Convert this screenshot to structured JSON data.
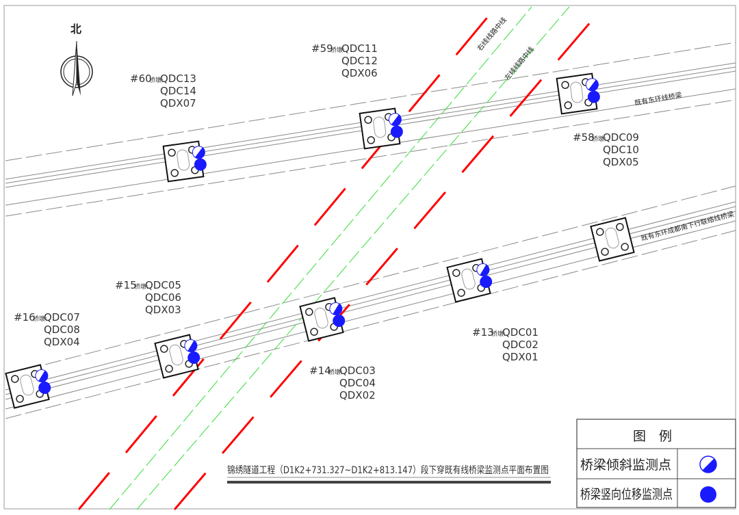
{
  "north_label": "北",
  "title": "锦绣隧道工程（D1K2+731.327~D1K2+813.147）段下穿既有线桥梁监测点平面布置图",
  "line_labels": {
    "right_line": "右线线路中线",
    "left_line": "左线线路中线",
    "upper_bridge": "既有东环线桥梁",
    "lower_bridge": "既有东环成都南下行联络线桥梁"
  },
  "piers": [
    {
      "id": "#60",
      "tag": "桥墩:",
      "points": [
        "QDC13",
        "QDC14",
        "QDX07"
      ]
    },
    {
      "id": "#59",
      "tag": "桥墩:",
      "points": [
        "QDC11",
        "QDC12",
        "QDX06"
      ]
    },
    {
      "id": "#58",
      "tag": "桥墩:",
      "points": [
        "QDC09",
        "QDC10",
        "QDX05"
      ]
    },
    {
      "id": "#16",
      "tag": "桥墩:",
      "points": [
        "QDC07",
        "QDC08",
        "QDX04"
      ]
    },
    {
      "id": "#15",
      "tag": "桥墩:",
      "points": [
        "QDC05",
        "QDC06",
        "QDX03"
      ]
    },
    {
      "id": "#14",
      "tag": "桥墩:",
      "points": [
        "QDC03",
        "QDC04",
        "QDX02"
      ]
    },
    {
      "id": "#13",
      "tag": "桥墩:",
      "points": [
        "QDC01",
        "QDC02",
        "QDX01"
      ]
    }
  ],
  "legend": {
    "title": "图　例",
    "items": [
      {
        "label": "桥梁倾斜监测点",
        "icon": "tilt-point-icon"
      },
      {
        "label": "桥梁竖向位移监测点",
        "icon": "settlement-point-icon"
      }
    ]
  },
  "colors": {
    "tunnel": "#ff0000",
    "centerline": "#33dd33",
    "marker": "#1a1aff"
  }
}
